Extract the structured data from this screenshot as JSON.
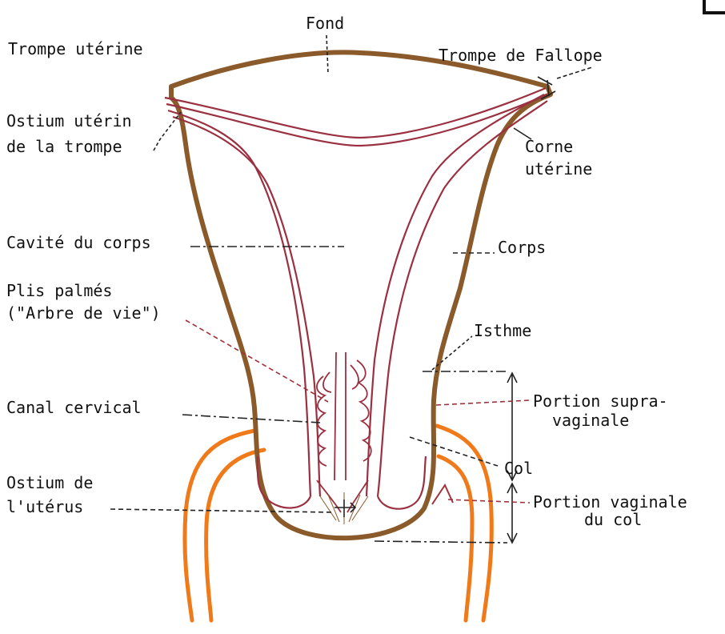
{
  "labels": {
    "fond": "Fond",
    "trompe_uterine": "Trompe utérine",
    "trompe_fallope": "Trompe de Fallope",
    "ostium_trompe_1": "Ostium utérin",
    "ostium_trompe_2": "de la trompe",
    "corne_1": "Corne",
    "corne_2": "utérine",
    "cavite": "Cavité du corps",
    "corps": "Corps",
    "plis_1": "Plis palmés",
    "plis_2": "(\"Arbre de vie\")",
    "isthme": "Isthme",
    "canal": "Canal cervical",
    "supra_1": "Portion supra-",
    "supra_2": "vaginale",
    "col": "Col",
    "ostium_uterus_1": "Ostium de",
    "ostium_uterus_2": "l'utérus",
    "vaginale_1": "Portion vaginale",
    "vaginale_2": "du col"
  },
  "colors": {
    "uterus_wall": "#8b5a2b",
    "endometrium": "#9a3040",
    "vagina": "#f07a1a",
    "text": "#111111"
  }
}
